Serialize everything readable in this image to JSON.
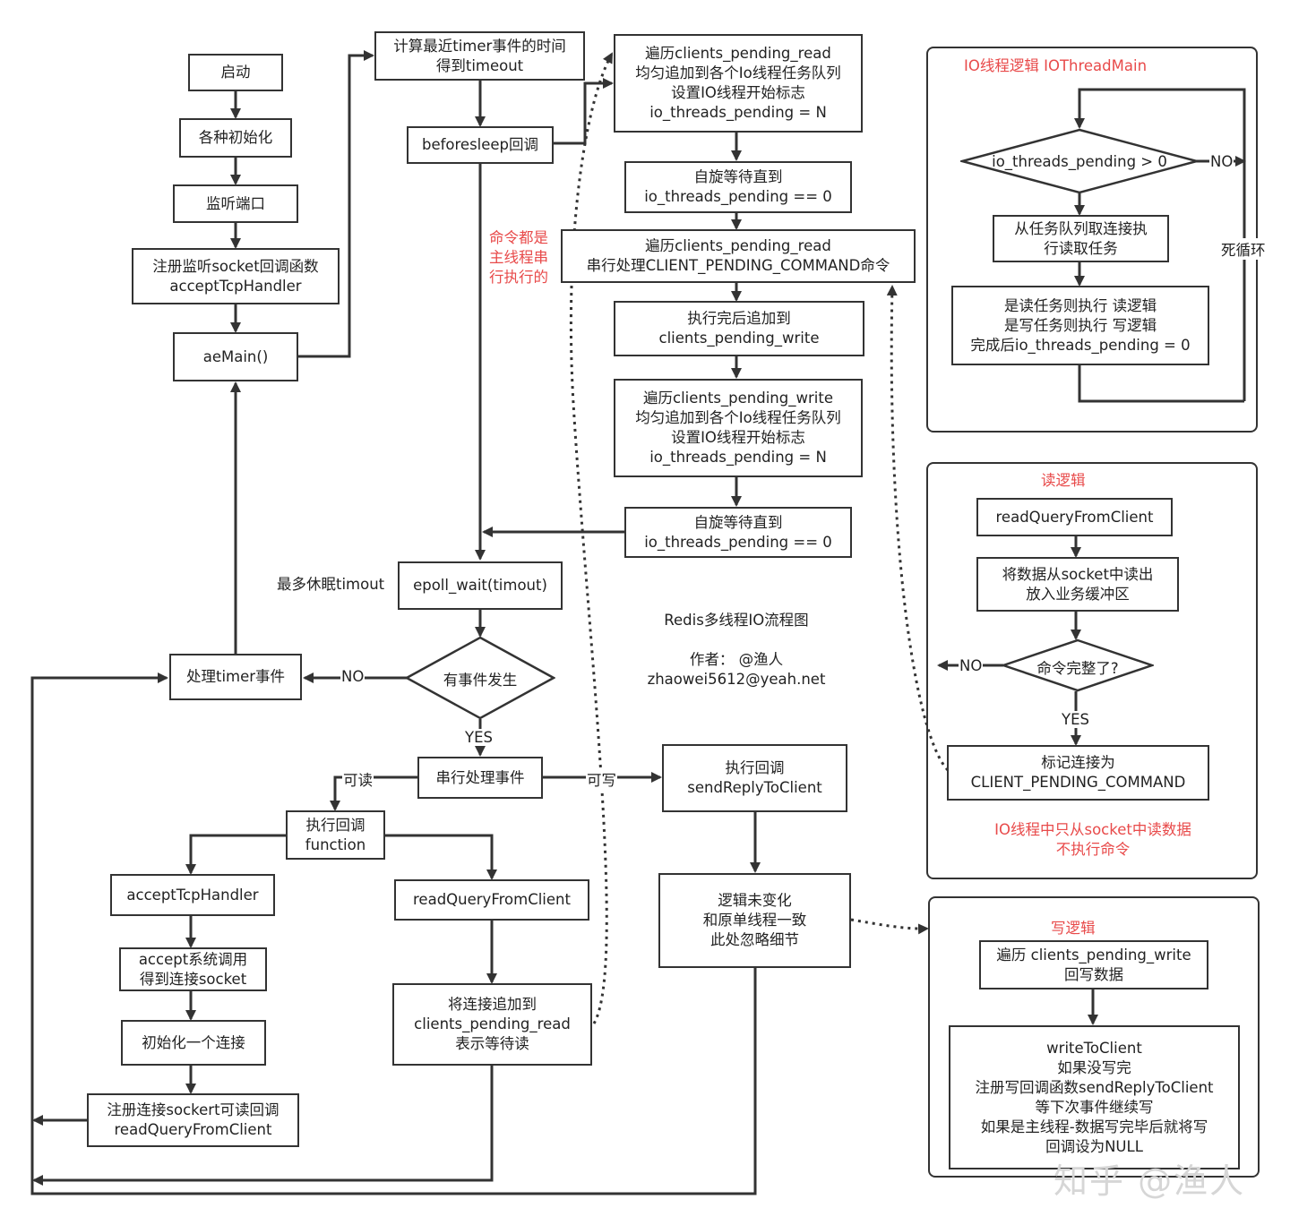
{
  "colors": {
    "stroke": "#333333",
    "accent_red": "#e84a4a",
    "watermark": "#d6d6d6"
  },
  "main": {
    "start": "启动",
    "init": "各种初始化",
    "listen": "监听端口",
    "register_accept": "注册监听socket回调函数\nacceptTcpHandler",
    "aemain": "aeMain()",
    "calc_timer": "计算最近timer事件的时间\n得到timeout",
    "beforesleep": "beforesleep回调",
    "epoll_wait": "epoll_wait(timout)",
    "sleep_label": "最多休眠timout",
    "has_event": "有事件发生",
    "no_label": "NO",
    "yes_label": "YES",
    "handle_timer": "处理timer事件",
    "serial_event": "串行处理事件",
    "readable": "可读",
    "writable": "可写",
    "exec_callback": "执行回调\nfunction",
    "accept_handler": "acceptTcpHandler",
    "accept_syscall": "accept系统调用\n得到连接socket",
    "init_conn": "初始化一个连接",
    "register_read": "注册连接sockert可读回调\nreadQueryFromClient",
    "read_query": "readQueryFromClient",
    "append_pending_read": "将连接追加到\nclients_pending_read\n表示等待读",
    "exec_send_reply": "执行回调\nsendReplyToClient",
    "logic_unchanged": "逻辑未变化\n和原单线程一致\n此处忽略细节"
  },
  "beforesleep_flow": {
    "iterate_read": "遍历clients_pending_read\n均匀追加到各个Io线程任务队列\n设置IO线程开始标志\nio_threads_pending = N",
    "spin_wait_1": "自旋等待直到\nio_threads_pending == 0",
    "serial_command": "遍历clients_pending_read\n串行处理CLIENT_PENDING_COMMAND命令",
    "append_pending_write": "执行完后追加到\nclients_pending_write",
    "iterate_write": "遍历clients_pending_write\n均匀追加到各个Io线程任务队列\n设置IO线程开始标志\nio_threads_pending = N",
    "spin_wait_2": "自旋等待直到\nio_threads_pending == 0",
    "main_thread_note": "命令都是\n主线程串\n行执行的"
  },
  "center_info": {
    "title": "Redis多线程IO流程图",
    "author": "作者： @渔人",
    "email": "zhaowei5612@yeah.net"
  },
  "io_thread_panel": {
    "title": "IO线程逻辑  IOThreadMain",
    "condition": "io_threads_pending > 0",
    "no_label": "NO",
    "loop_label": "死循环",
    "fetch_task": "从任务队列取连接执\n行读取任务",
    "execute_task": "是读任务则执行  读逻辑\n是写任务则执行  写逻辑\n完成后io_threads_pending = 0"
  },
  "read_panel": {
    "title": "读逻辑",
    "read_query": "readQueryFromClient",
    "read_to_buffer": "将数据从socket中读出\n放入业务缓冲区",
    "command_complete": "命令完整了?",
    "no_label": "NO",
    "yes_label": "YES",
    "mark_conn": "标记连接为\nCLIENT_PENDING_COMMAND",
    "note": "IO线程中只从socket中读数据\n不执行命令"
  },
  "write_panel": {
    "title": "写逻辑",
    "iterate_write": "遍历 clients_pending_write\n回写数据",
    "write_to_client": "writeToClient\n如果没写完\n注册写回调函数sendReplyToClient\n等下次事件继续写\n如果是主线程-数据写完毕后就将写\n回调设为NULL"
  },
  "watermark": "知乎 @渔人"
}
